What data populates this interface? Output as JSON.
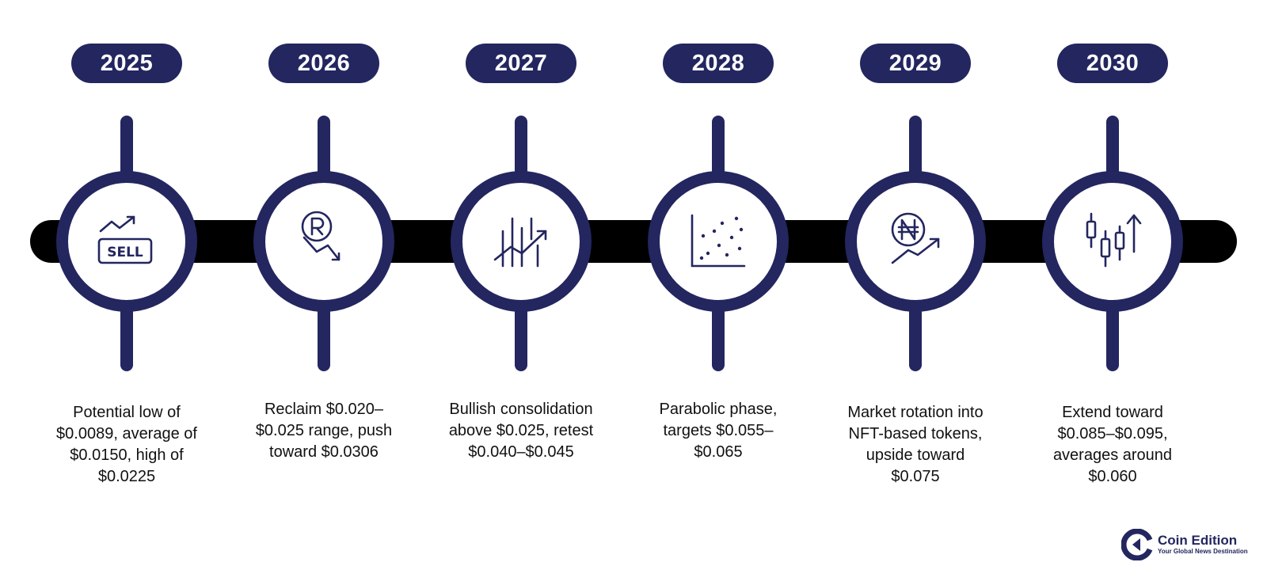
{
  "colors": {
    "accent": "#23265f",
    "bar": "#000000",
    "text": "#111111"
  },
  "milestones": [
    {
      "year": "2025",
      "icon": "sell-chart-icon",
      "lines": [
        "Potential low of",
        "$0.0089, average of",
        "$0.0150, high of",
        "$0.0225"
      ]
    },
    {
      "year": "2026",
      "icon": "coin-down-arrow-icon",
      "lines": [
        "Reclaim $0.020–",
        "$0.025 range, push",
        "toward $0.0306"
      ]
    },
    {
      "year": "2027",
      "icon": "bar-trend-up-icon",
      "lines": [
        "Bullish consolidation",
        "above $0.025, retest",
        "$0.040–$0.045"
      ]
    },
    {
      "year": "2028",
      "icon": "scatter-plot-icon",
      "lines": [
        "Parabolic phase,",
        "targets $0.055–",
        "$0.065"
      ]
    },
    {
      "year": "2029",
      "icon": "naira-coin-trend-icon",
      "lines": [
        "Market rotation into",
        "NFT-based tokens,",
        "upside toward",
        "$0.075"
      ]
    },
    {
      "year": "2030",
      "icon": "candlestick-up-icon",
      "lines": [
        "Extend toward",
        "$0.085–$0.095,",
        "averages around",
        "$0.060"
      ]
    }
  ],
  "brand": {
    "name": "Coin Edition",
    "tagline": "Your Global News Destination",
    "icon": "coin-edition-logo-icon"
  }
}
